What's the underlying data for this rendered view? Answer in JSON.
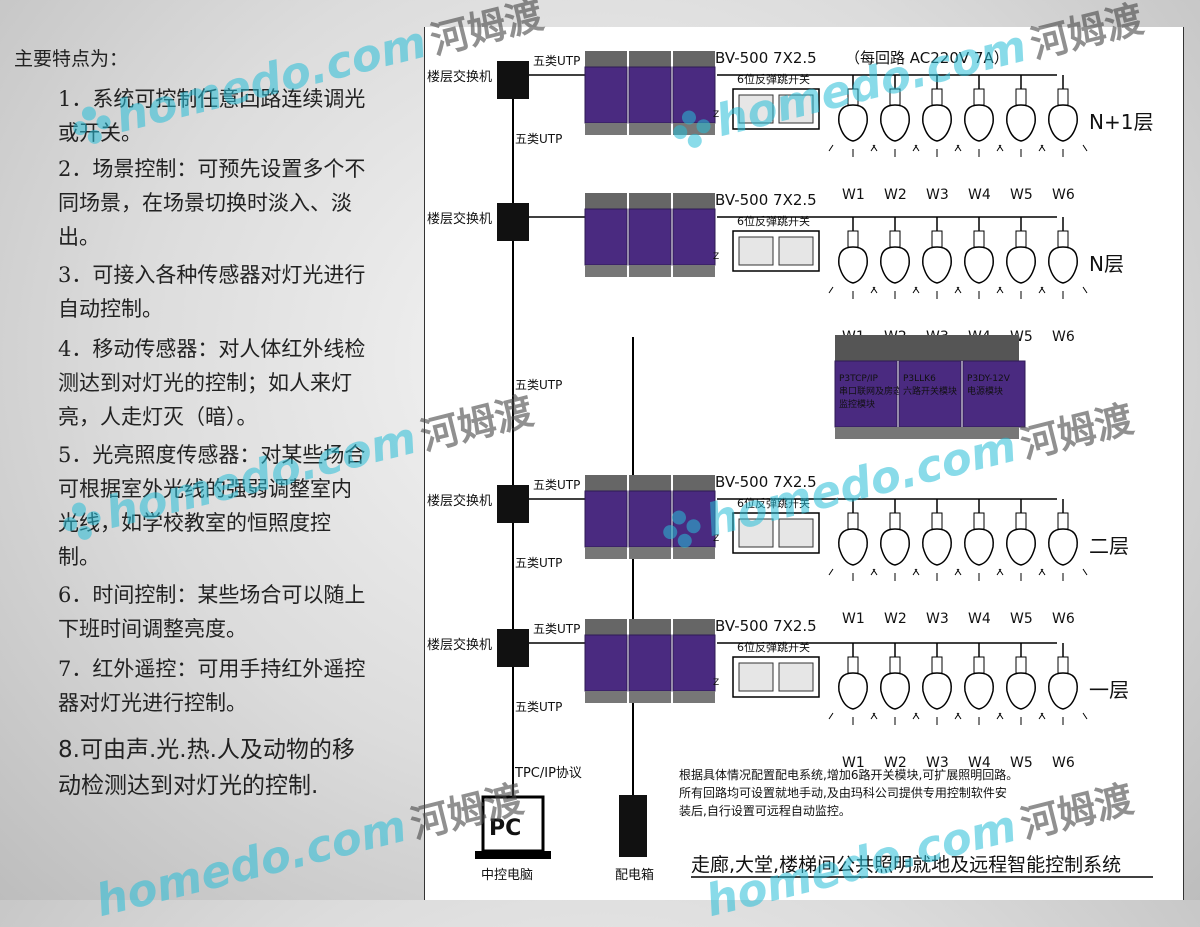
{
  "features": {
    "intro": "主要特点为：",
    "items": [
      "1．系统可控制任意回路连续调光或开关。",
      "2．场景控制：可预先设置多个不同场景，在场景切换时淡入、淡出。",
      "3．可接入各种传感器对灯光进行自动控制。",
      "4．移动传感器：对人体红外线检测达到对灯光的控制；如人来灯亮，人走灯灭（暗）。",
      "5．光亮照度传感器：对某些场合可根据室外光线的强弱调整室内光线，如学校教室的恒照度控制。",
      "6．时间控制：某些场合可以随上下班时间调整亮度。",
      "7．红外遥控：可用手持红外遥控器对灯光进行控制。",
      "8.可由声.光.热.人及动物的移动检测达到对灯光的控制."
    ]
  },
  "diagram": {
    "floors": [
      {
        "name": "N+1层",
        "switch_label": "楼层交换机",
        "utp_top": "五类UTP",
        "utp_side": "五类UTP",
        "cable": "BV-500 7X2.5",
        "cable_note": "（每回路 AC220V 7A）",
        "relay_label": "6位反弹跳开关"
      },
      {
        "name": "N层",
        "switch_label": "楼层交换机",
        "utp_top": "",
        "utp_side": "",
        "cable": "BV-500 7X2.5",
        "cable_note": "",
        "relay_label": "6位反弹跳开关"
      },
      {
        "name": "二层",
        "switch_label": "楼层交换机",
        "utp_top": "五类UTP",
        "utp_side": "五类UTP",
        "cable": "BV-500 7X2.5",
        "cable_note": "",
        "relay_label": "6位反弹跳开关"
      },
      {
        "name": "一层",
        "switch_label": "楼层交换机",
        "utp_top": "五类UTP",
        "utp_side": "五类UTP",
        "cable": "BV-500 7X2.5",
        "cable_note": "",
        "relay_label": "6位反弹跳开关"
      }
    ],
    "lamp_labels": [
      "W1",
      "W2",
      "W3",
      "W4",
      "W5",
      "W6"
    ],
    "module_labels": [
      "P3TCP/IP 串口联网及房态监控模块",
      "P3LLK6 六路开关模块",
      "P3DY-12V 电源模块"
    ],
    "big_module_labels": [
      [
        "P3TCP/IP",
        "串口联网及房态",
        "监控模块"
      ],
      [
        "P3LLK6",
        "六路开关模块"
      ],
      [
        "P3DY-12V",
        "电源模块"
      ]
    ],
    "mid_utp": "五类UTP",
    "protocol": "TPC/IP协议",
    "pc_label": "PC",
    "pc_caption": "中控电脑",
    "dist_box_caption": "配电箱",
    "z_label": "Z",
    "notes": [
      "根据具体情况配置配电系统,增加6路开关模块,可扩展照明回路。",
      "所有回路均可设置就地手动,及由玛科公司提供专用控制软件安",
      "装后,自行设置可远程自动监控。"
    ],
    "title": "走廊,大堂,楼梯间公共照明就地及远程智能控制系统"
  },
  "watermark": {
    "domain": "homedo.com",
    "cn": "河姆渡"
  },
  "colors": {
    "module": "#4a2a80",
    "module_dark": "#2e1a55",
    "watermark_blue": "#28bed7"
  }
}
